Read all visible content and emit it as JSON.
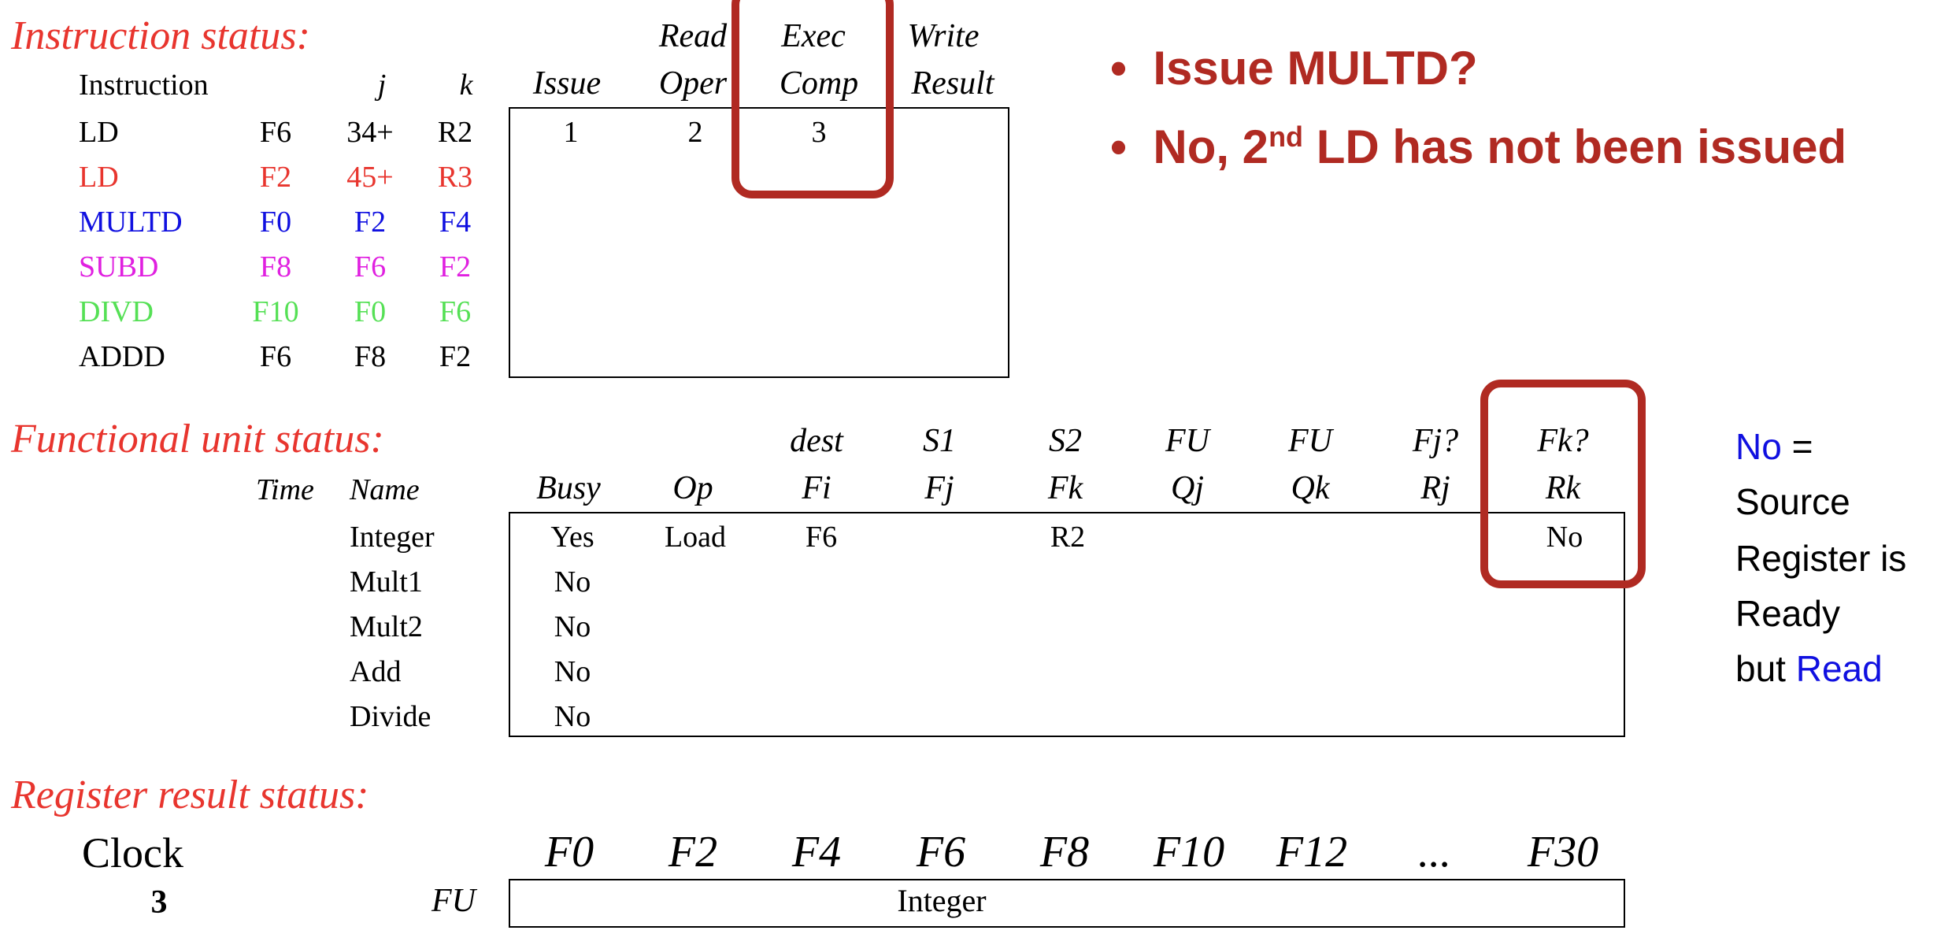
{
  "colors": {
    "section_title": "#e8352e",
    "highlight": "#b02a22",
    "blue": "#1010e0",
    "magenta": "#e020e0",
    "green": "#55e055",
    "red": "#e8352e"
  },
  "instruction_status": {
    "title": "Instruction status:",
    "headers": {
      "instruction": "Instruction",
      "j": "j",
      "k": "k",
      "issue": "Issue",
      "read_top": "Read",
      "read_bottom": "Oper",
      "exec_top": "Exec",
      "exec_bottom": "Comp",
      "write_top": "Write",
      "write_bottom": "Result"
    },
    "rows": [
      {
        "op": "LD",
        "dest": "F6",
        "j": "34+",
        "k": "R2",
        "issue": "1",
        "read": "2",
        "exec": "3",
        "write": "",
        "color": "#000000"
      },
      {
        "op": "LD",
        "dest": "F2",
        "j": "45+",
        "k": "R3",
        "issue": "",
        "read": "",
        "exec": "",
        "write": "",
        "color": "#e8352e"
      },
      {
        "op": "MULTD",
        "dest": "F0",
        "j": "F2",
        "k": "F4",
        "issue": "",
        "read": "",
        "exec": "",
        "write": "",
        "color": "#1010e0"
      },
      {
        "op": "SUBD",
        "dest": "F8",
        "j": "F6",
        "k": "F2",
        "issue": "",
        "read": "",
        "exec": "",
        "write": "",
        "color": "#e020e0"
      },
      {
        "op": "DIVD",
        "dest": "F10",
        "j": "F0",
        "k": "F6",
        "issue": "",
        "read": "",
        "exec": "",
        "write": "",
        "color": "#55e055"
      },
      {
        "op": "ADDD",
        "dest": "F6",
        "j": "F8",
        "k": "F2",
        "issue": "",
        "read": "",
        "exec": "",
        "write": "",
        "color": "#000000"
      }
    ]
  },
  "bullets": {
    "line1": "Issue MULTD?",
    "line2_pre": "No, 2",
    "line2_sup": "nd",
    "line2_post": " LD has not been issued"
  },
  "functional_unit_status": {
    "title": "Functional unit status:",
    "headers": {
      "time": "Time",
      "name": "Name",
      "busy": "Busy",
      "op": "Op",
      "dest_top": "dest",
      "dest_bottom": "Fi",
      "s1_top": "S1",
      "s1_bottom": "Fj",
      "s2_top": "S2",
      "s2_bottom": "Fk",
      "qj_top": "FU",
      "qj_bottom": "Qj",
      "qk_top": "FU",
      "qk_bottom": "Qk",
      "rj_top": "Fj?",
      "rj_bottom": "Rj",
      "rk_top": "Fk?",
      "rk_bottom": "Rk"
    },
    "rows": [
      {
        "name": "Integer",
        "busy": "Yes",
        "op": "Load",
        "fi": "F6",
        "fj": "",
        "fk": "R2",
        "qj": "",
        "qk": "",
        "rj": "",
        "rk": "No"
      },
      {
        "name": "Mult1",
        "busy": "No",
        "op": "",
        "fi": "",
        "fj": "",
        "fk": "",
        "qj": "",
        "qk": "",
        "rj": "",
        "rk": ""
      },
      {
        "name": "Mult2",
        "busy": "No",
        "op": "",
        "fi": "",
        "fj": "",
        "fk": "",
        "qj": "",
        "qk": "",
        "rj": "",
        "rk": ""
      },
      {
        "name": "Add",
        "busy": "No",
        "op": "",
        "fi": "",
        "fj": "",
        "fk": "",
        "qj": "",
        "qk": "",
        "rj": "",
        "rk": ""
      },
      {
        "name": "Divide",
        "busy": "No",
        "op": "",
        "fi": "",
        "fj": "",
        "fk": "",
        "qj": "",
        "qk": "",
        "rj": "",
        "rk": ""
      }
    ]
  },
  "side_note": {
    "no": "No",
    "eq": " =",
    "line2": "Source",
    "line3": "Register is",
    "line4": "Ready",
    "line5_pre": "but ",
    "line5_read": "Read"
  },
  "register_result_status": {
    "title": "Register result status:",
    "clock_label": "Clock",
    "clock_value": "3",
    "fu_label": "FU",
    "registers": [
      "F0",
      "F2",
      "F4",
      "F6",
      "F8",
      "F10",
      "F12",
      "...",
      "F30"
    ],
    "value": "Integer"
  }
}
